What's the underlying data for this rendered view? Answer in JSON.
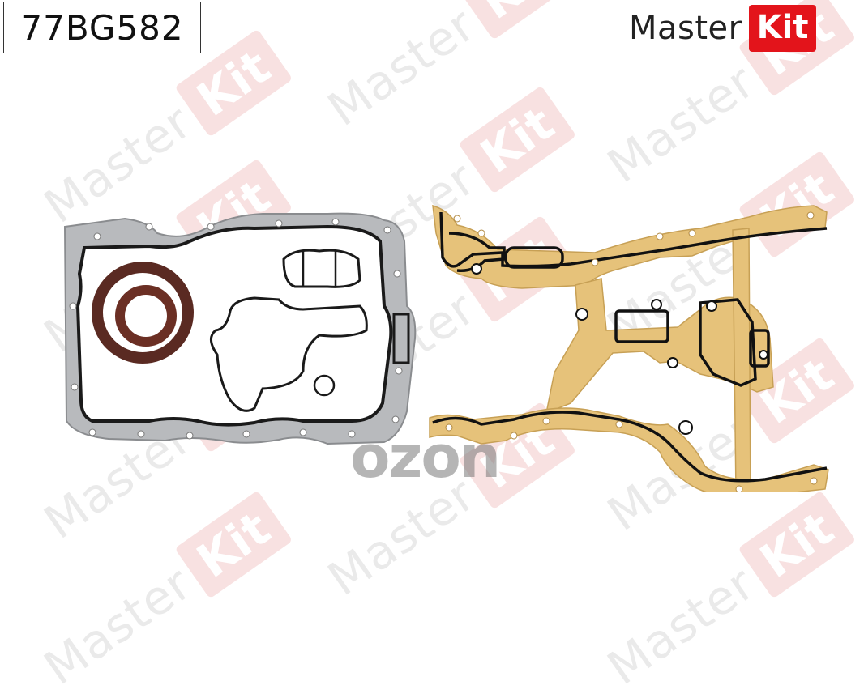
{
  "product": {
    "part_number": "77BG582",
    "brand_master": "Master",
    "brand_kit": "Kit",
    "brand_color": "#e3141b"
  },
  "watermark": {
    "master": "Master",
    "kit": "Kit",
    "marketplace_mark": "ozon"
  },
  "photo": {
    "left_item": "oil-pan-gasket-set-with-seals",
    "right_item": "timing-cover-gasket"
  }
}
